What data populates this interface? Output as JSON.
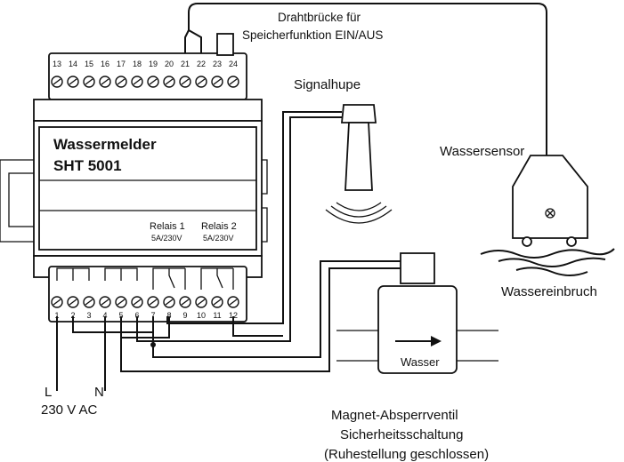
{
  "device": {
    "name_line1": "Wassermelder",
    "name_line2": "SHT 5001",
    "relay1_label": "Relais 1",
    "relay1_rating": "5A/230V",
    "relay2_label": "Relais 2",
    "relay2_rating": "5A/230V",
    "top_terminals": [
      "13",
      "14",
      "15",
      "16",
      "17",
      "18",
      "19",
      "20",
      "21",
      "22",
      "23",
      "24"
    ],
    "bottom_terminals": [
      "1",
      "2",
      "3",
      "4",
      "5",
      "6",
      "7",
      "8",
      "9",
      "10",
      "11",
      "12"
    ]
  },
  "labels": {
    "bridge_line1": "Drahtbrücke für",
    "bridge_line2": "Speicherfunktion EIN/AUS",
    "horn": "Signalhupe",
    "sensor": "Wassersensor",
    "water_ingress": "Wassereinbruch",
    "flow": "Wasser",
    "valve_line1": "Magnet-Absperrventil",
    "valve_line2": "Sicherheitsschaltung",
    "valve_line3": "(Ruhestellung geschlossen)",
    "power_l": "L",
    "power_n": "N",
    "power_voltage": "230 V AC"
  }
}
